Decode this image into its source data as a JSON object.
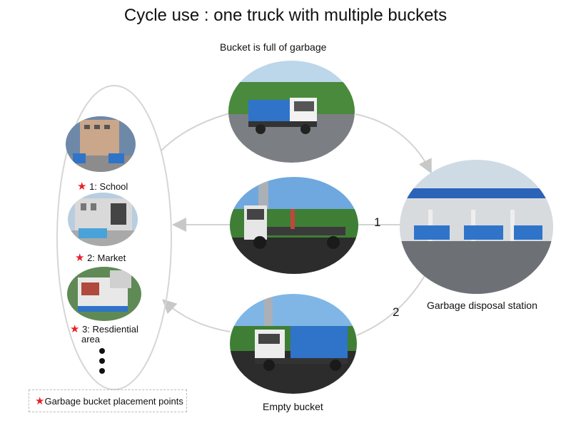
{
  "title": "Cycle use : one truck with multiple buckets",
  "labels": {
    "top": "Bucket is full of garbage",
    "station": "Garbage disposal station",
    "bottom": "Empty bucket",
    "step1": "1",
    "step2": "2"
  },
  "points": [
    {
      "num": "1:",
      "name": "School"
    },
    {
      "num": "2:",
      "name": "Market"
    },
    {
      "num": "3:",
      "name": "Resdiential",
      "name2": "area"
    }
  ],
  "legend": "Garbage bucket placement points",
  "colors": {
    "star": "#e8202a",
    "bucket_blue": "#2f74c9",
    "arrow": "#cfcfcf"
  }
}
